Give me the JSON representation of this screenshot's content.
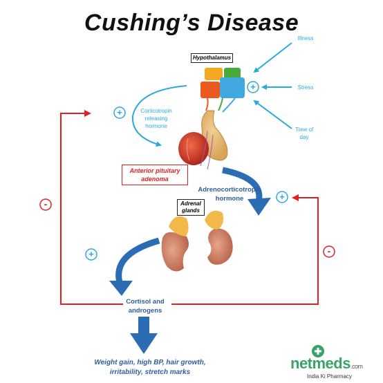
{
  "title": "Cushing’s Disease",
  "labels": {
    "hypothalamus": "Hypothalamus",
    "illness": "Illness",
    "stress": "Stress",
    "time_of_day_1": "Time of",
    "time_of_day_2": "day",
    "crh_1": "Corticotropin",
    "crh_2": "releasing",
    "crh_3": "hormone",
    "adenoma_1": "Anterior pituitary",
    "adenoma_2": "adenoma",
    "acth_1": "Adrenocorticotropic",
    "acth_2": "hormone",
    "adrenal_1": "Adrenal",
    "adrenal_2": "glands",
    "cortisol_1": "Cortisol and",
    "cortisol_2": "androgens",
    "effects_1": "Weight gain, high BP, hair growth,",
    "effects_2": "irritability, stretch marks"
  },
  "signs": {
    "plus": "+",
    "minus": "-"
  },
  "brand": {
    "name": "netmeds",
    "suffix": ".com",
    "tagline": "India Ki Pharmacy"
  },
  "colors": {
    "blue_arrow": "#29a9df",
    "dark_blue_arrow": "#2b6cb5",
    "feedback_red": "#e02020",
    "brand_green": "#3aa36a"
  }
}
